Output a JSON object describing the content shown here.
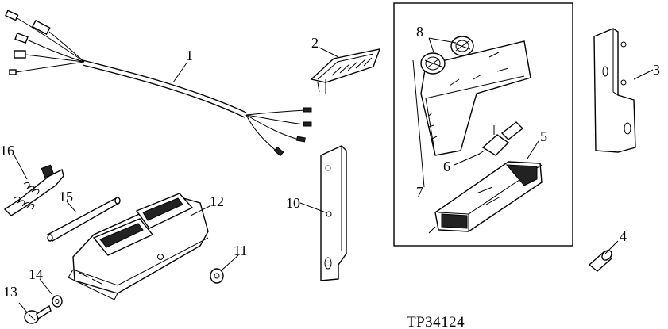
{
  "figure": {
    "caption": "TP34124",
    "callouts": [
      {
        "id": "1",
        "part": "wiring-harness"
      },
      {
        "id": "2",
        "part": "lamp-lens"
      },
      {
        "id": "3",
        "part": "bracket"
      },
      {
        "id": "4",
        "part": "bulb"
      },
      {
        "id": "5",
        "part": "switch"
      },
      {
        "id": "6",
        "part": "indicator-bulb"
      },
      {
        "id": "7",
        "part": "switch-panel-assembly"
      },
      {
        "id": "8",
        "part": "knobs"
      },
      {
        "id": "10",
        "part": "bracket"
      },
      {
        "id": "11",
        "part": "washer"
      },
      {
        "id": "12",
        "part": "cover"
      },
      {
        "id": "13",
        "part": "screw"
      },
      {
        "id": "14",
        "part": "lock-washer"
      },
      {
        "id": "15",
        "part": "rod"
      },
      {
        "id": "16",
        "part": "clamp"
      }
    ]
  }
}
